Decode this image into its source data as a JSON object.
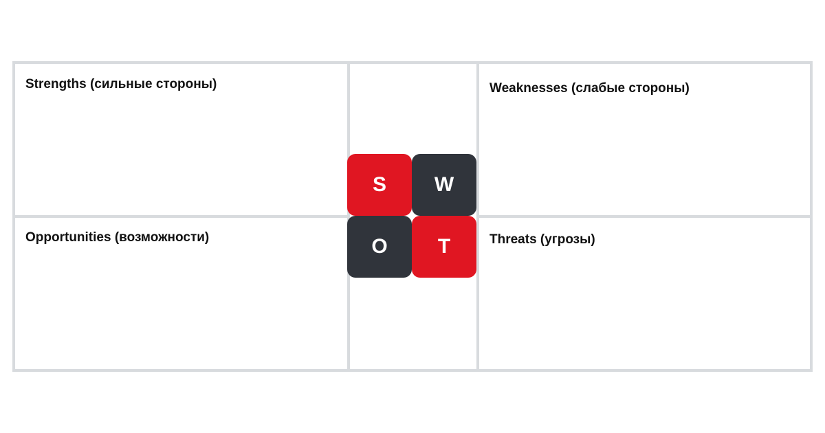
{
  "quadrants": {
    "strengths": "Strengths (сильные стороны)",
    "weaknesses": "Weaknesses (слабые стороны)",
    "opportunities": "Opportunities (возможности)",
    "threats": "Threats (угрозы)"
  },
  "tiles": {
    "s": "S",
    "w": "W",
    "o": "O",
    "t": "T"
  },
  "colors": {
    "red": "#e01622",
    "dark": "#30343b",
    "grid_border": "#d8dbde"
  }
}
